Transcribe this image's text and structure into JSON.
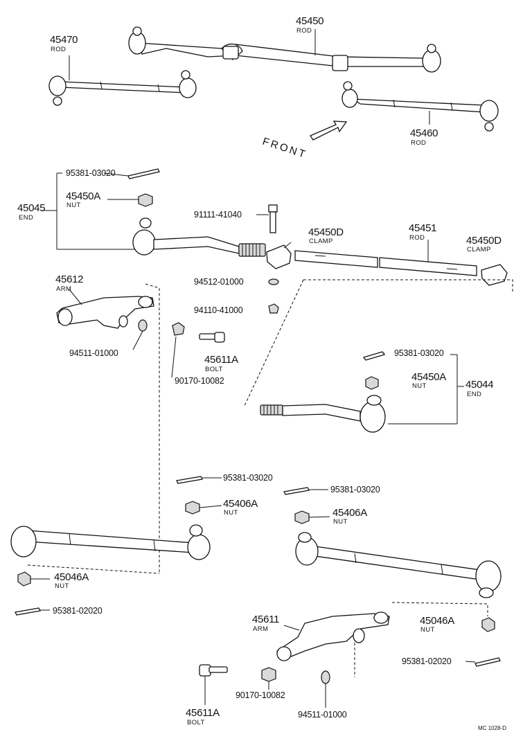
{
  "diagram": {
    "labels": {
      "p45470": {
        "num": "45470",
        "sub": "ROD"
      },
      "p45450": {
        "num": "45450",
        "sub": "ROD"
      },
      "p45460": {
        "num": "45460",
        "sub": "ROD"
      },
      "front": "FRONT",
      "p95381_03020_a": {
        "num": "95381-03020"
      },
      "p45450A_a": {
        "num": "45450A",
        "sub": "NUT"
      },
      "p45045": {
        "num": "45045",
        "sub": "END"
      },
      "p91111_41040": {
        "num": "91111-41040"
      },
      "p45450D_a": {
        "num": "45450D",
        "sub": "CLAMP"
      },
      "p45451": {
        "num": "45451",
        "sub": "ROD"
      },
      "p45450D_b": {
        "num": "45450D",
        "sub": "CLAMP"
      },
      "p45612": {
        "num": "45612",
        "sub": "ARM"
      },
      "p94512_01000": {
        "num": "94512-01000"
      },
      "p94110_41000": {
        "num": "94110-41000"
      },
      "p94511_01000_a": {
        "num": "94511-01000"
      },
      "p45611A_a": {
        "num": "45611A",
        "sub": "BOLT"
      },
      "p90170_10082_a": {
        "num": "90170-10082"
      },
      "p95381_03020_b": {
        "num": "95381-03020"
      },
      "p45450A_b": {
        "num": "45450A",
        "sub": "NUT"
      },
      "p45044": {
        "num": "45044",
        "sub": "END"
      },
      "p95381_03020_c": {
        "num": "95381-03020"
      },
      "p95381_03020_d": {
        "num": "95381-03020"
      },
      "p45406A_a": {
        "num": "45406A",
        "sub": "NUT"
      },
      "p45406A_b": {
        "num": "45406A",
        "sub": "NUT"
      },
      "p45046A_a": {
        "num": "45046A",
        "sub": "NUT"
      },
      "p95381_02020_a": {
        "num": "95381-02020"
      },
      "p45611": {
        "num": "45611",
        "sub": "ARM"
      },
      "p45046A_b": {
        "num": "45046A",
        "sub": "NUT"
      },
      "p95381_02020_b": {
        "num": "95381-02020"
      },
      "p45611A_b": {
        "num": "45611A",
        "sub": "BOLT"
      },
      "p90170_10082_b": {
        "num": "90170-10082"
      },
      "p94511_01000_b": {
        "num": "94511-01000"
      },
      "drawing_code": "MC  1028-D"
    },
    "colors": {
      "ink": "#111111",
      "paper": "#ffffff",
      "shade": "#d9d9d9"
    }
  }
}
